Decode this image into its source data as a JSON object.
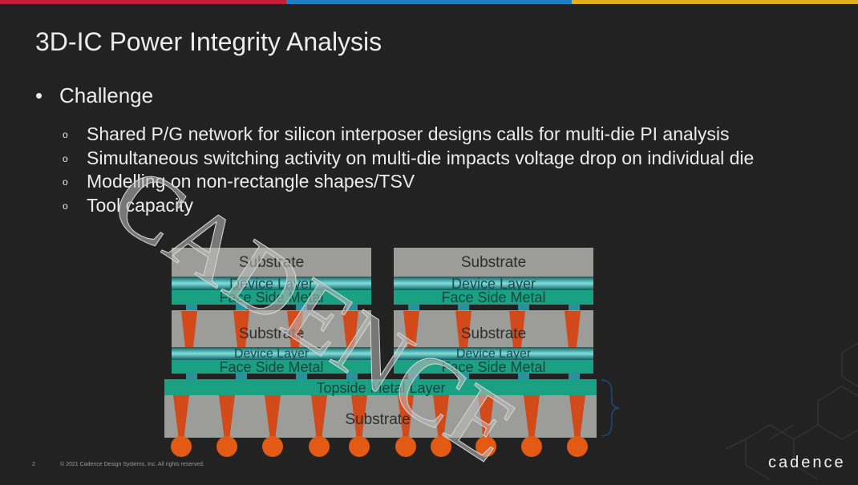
{
  "colors": {
    "background": "#222222",
    "accent_bar": [
      "#c41e3a",
      "#1e7fc4",
      "#e0b020"
    ],
    "substrate": "#9c9c98",
    "device_layer": "#2aa7a7",
    "metal": "#1aa082",
    "tsv": "#d2491a",
    "bump": "#e25a14"
  },
  "slide": {
    "title": "3D-IC Power Integrity Analysis",
    "bullet": "Challenge",
    "sub_bullets": [
      "Shared P/G network for silicon interposer designs calls for multi-die PI analysis",
      "Simultaneous switching activity on multi-die impacts voltage drop on individual die",
      "Modelling on non-rectangle shapes/TSV",
      "Tool capacity"
    ]
  },
  "diagram": {
    "substrate": "Substrate",
    "device_layer": "Device Layer",
    "face_side_metal": "Face Side Metal",
    "topside_metal_layer": "Topside Metal Layer"
  },
  "watermark": "CADENCE",
  "footer": {
    "page_number": "2",
    "copyright": "© 2021 Cadence Design Systems, Inc. All rights reserved.",
    "logo": "cadence"
  }
}
